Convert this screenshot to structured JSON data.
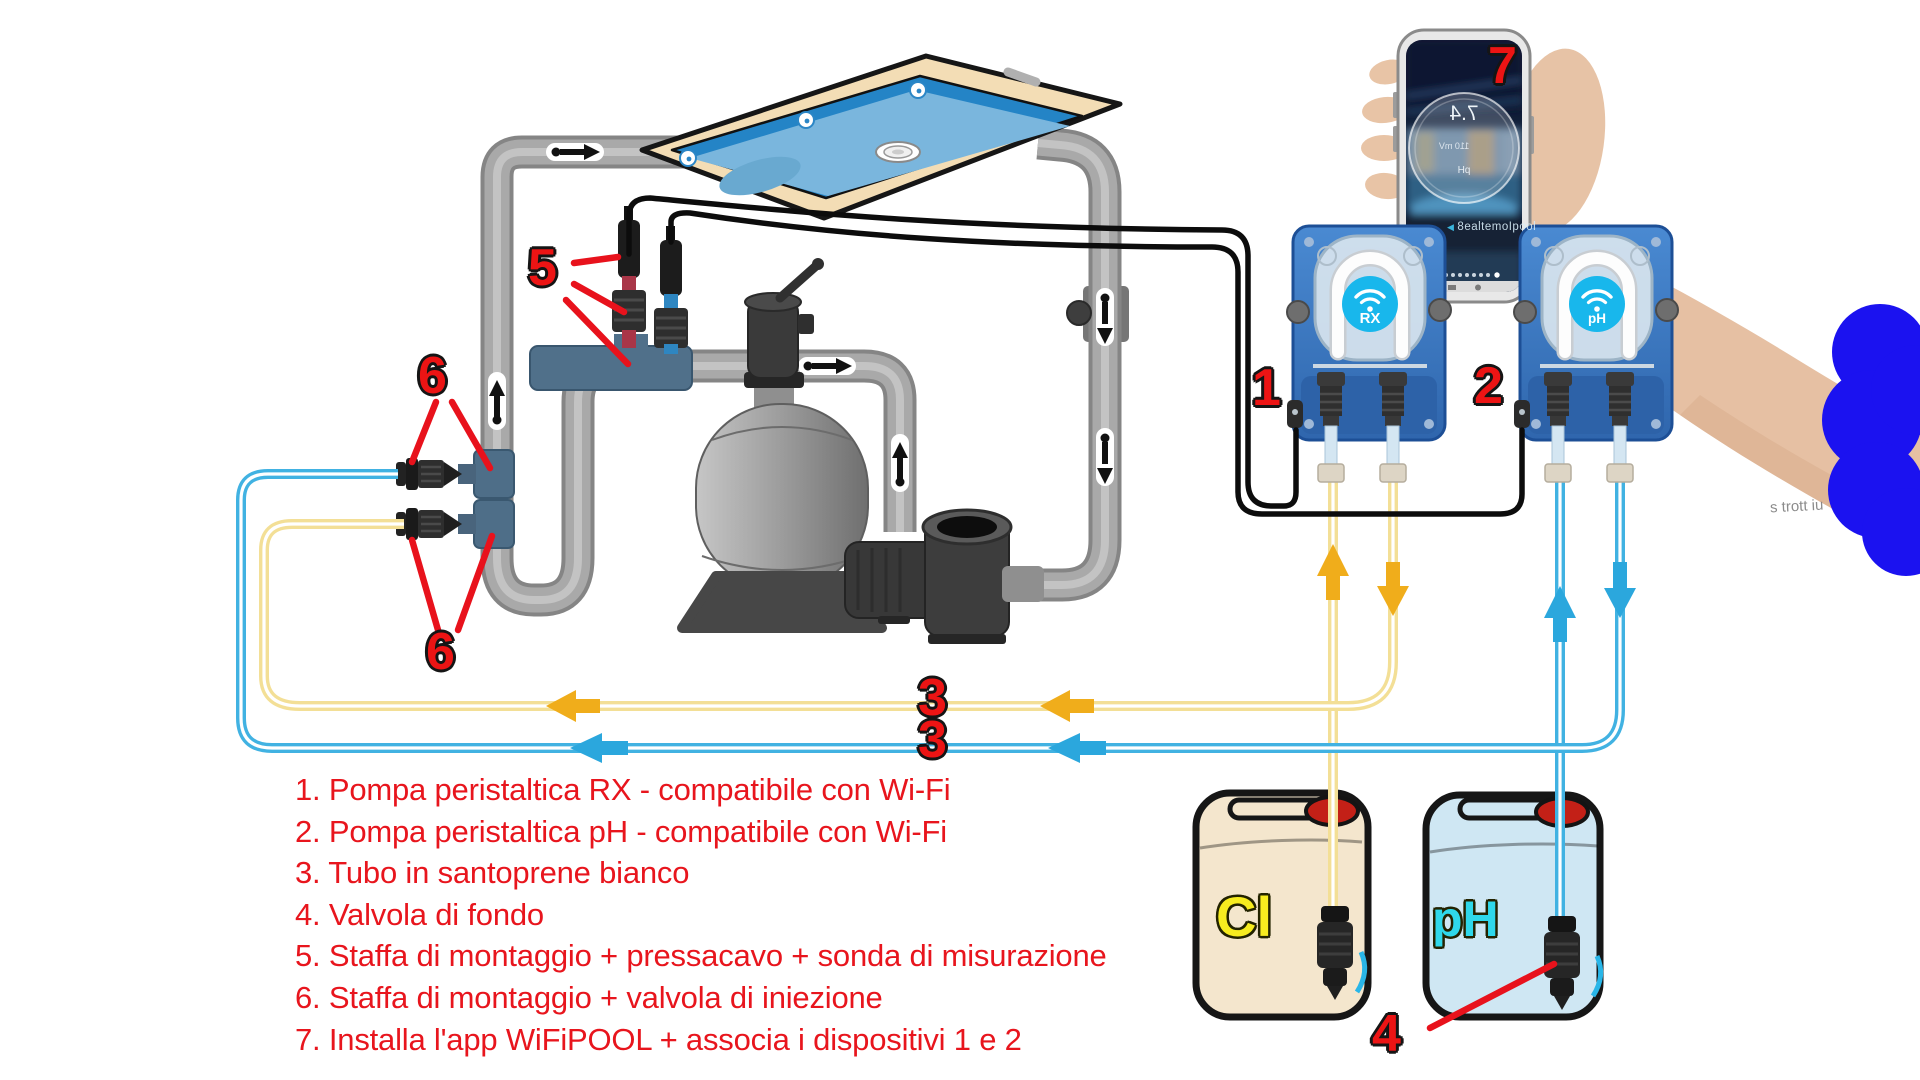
{
  "legend": {
    "items": [
      "1. Pompa peristaltica RX - compatibile con Wi-Fi",
      "2. Pompa peristaltica pH - compatibile con Wi-Fi",
      "3. Tubo in santoprene bianco",
      "4. Valvola di fondo",
      "5. Staffa di montaggio + pressacavo + sonda di misurazione",
      "6. Staffa di montaggio + valvola di iniezione",
      "7. Installa l'app WiFiPOOL + associa i dispositivi 1 e 2"
    ]
  },
  "callouts": {
    "pump_rx": "1",
    "pump_ph": "2",
    "tube_chlorine": "3",
    "tube_ph": "3",
    "foot_valve": "4",
    "probe_assembly": "5",
    "injection_valve_top": "6",
    "injection_valve_bottom": "6",
    "phone_app": "7"
  },
  "equipment": {
    "pump_rx_badge": "RX",
    "pump_ph_badge": "pH",
    "chlorine_jug_label": "Cl",
    "ph_jug_label": "pH"
  },
  "phone": {
    "gauge_value": "7.4",
    "gauge_reading": "110 mV",
    "gauge_ph_label": "pH",
    "screen_brand_mirrored": "8ealtemoIpool",
    "play_glyph": "◀",
    "arm_watermark": "s trott iu"
  },
  "colors": {
    "legend_red": "#e8151d",
    "callout_red": "#ec1414",
    "pipe_gray": "#a9a9a9",
    "pump_blue": "#3b7ec8",
    "badge_cyan": "#18b7ec",
    "tube_yellow": "#f3df96",
    "tube_blue": "#41b2e2",
    "arrow_yellow": "#f0ad1b",
    "arrow_blue": "#2ba7dd",
    "chlorine_fill": "#f4e6cd",
    "ph_fill": "#cfe7f3",
    "cl_text": "#f7ec1f",
    "ph_text": "#2fd8ea",
    "sleeve_blue": "#1b12f0",
    "pool_water": "#2f8cc8"
  }
}
